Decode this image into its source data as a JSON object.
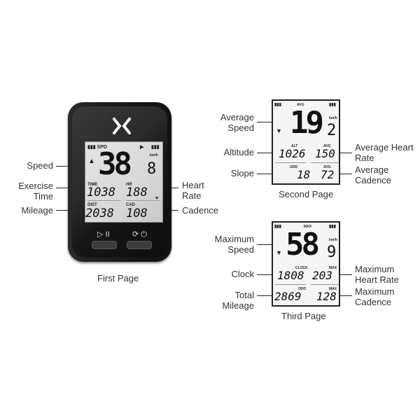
{
  "first_page": {
    "caption": "First Page",
    "labels_left": [
      "Speed",
      "Exercise Time",
      "Mileage"
    ],
    "labels_right": [
      "Heart Rate",
      "Cadence"
    ],
    "screen": {
      "status": "SPD",
      "speed_big": "38",
      "speed_small": "8",
      "speed_unit": "km/h",
      "time_label": "TIME",
      "time_value": "1038",
      "hr_label": "HR",
      "hr_value": "188",
      "dist_label": "DIST",
      "dist_value": "2038",
      "cad_label": "CAD",
      "cad_value": "108"
    },
    "buttons": {
      "left_icons": "▷ II",
      "right_icons": "⟳ ⏻"
    }
  },
  "second_page": {
    "caption": "Second Page",
    "labels_left": [
      "Average Speed",
      "Altitude",
      "Slope"
    ],
    "labels_right": [
      "Average Heart Rate",
      "Average Cadence"
    ],
    "screen": {
      "mode": "AVG",
      "speed_big": "19",
      "speed_small": "2",
      "speed_unit": "km/h",
      "alt_label": "ALT",
      "alt_value": "1026",
      "avg_hr_label": "AVG",
      "avg_hr_value": "150",
      "grd_label": "GRD",
      "grd_value": "18",
      "avg_cad_label": "AVG",
      "avg_cad_value": "72"
    }
  },
  "third_page": {
    "caption": "Third Page",
    "labels_left": [
      "Maximum Speed",
      "Clock",
      "Total Mileage"
    ],
    "labels_right": [
      "Maximum Heart Rate",
      "Maximum Cadence"
    ],
    "screen": {
      "mode": "MAX",
      "speed_big": "58",
      "speed_small": "9",
      "speed_unit": "km/h",
      "clock_label": "CLOCK",
      "clock_value": "1808",
      "max_hr_label": "MAX",
      "max_hr_value": "203",
      "odo_label": "ODO",
      "odo_value": "2869",
      "max_cad_label": "MAX",
      "max_cad_value": "128"
    }
  }
}
